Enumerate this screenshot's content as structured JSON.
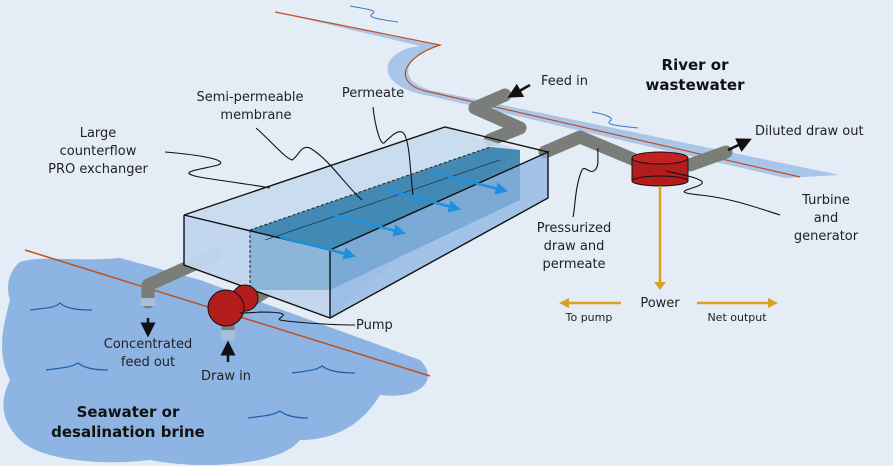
{
  "title": "Pressure-retarded osmosis (PRO) power generation schematic",
  "regions": {
    "river": {
      "label_line1": "River or",
      "label_line2": "wastewater"
    },
    "sea": {
      "label_line1": "Seawater or",
      "label_line2": "desalination brine"
    }
  },
  "labels": {
    "feed_in": "Feed in",
    "diluted_draw_out": "Diluted draw out",
    "turbine": [
      "Turbine",
      "and",
      "generator"
    ],
    "pressurized": [
      "Pressurized",
      "draw and",
      "permeate"
    ],
    "power": "Power",
    "to_pump": "To pump",
    "net_output": "Net output",
    "pump": "Pump",
    "concentrated": [
      "Concentrated",
      "feed out"
    ],
    "draw_in": "Draw in",
    "exchanger": [
      "Large",
      "counterflow",
      "PRO exchanger"
    ],
    "membrane": [
      "Semi-permeable",
      "membrane"
    ],
    "permeate": "Permeate"
  },
  "colors": {
    "background": "#e4ecf6",
    "water": "#8db4e2",
    "river": "#a9c6ea",
    "shoreline": "#c0501e",
    "pipe": "#7a7d78",
    "equipment_red": "#b31c1c",
    "power_arrow": "#d9a021",
    "membrane_dark": "#2a7aa8",
    "flow_arrow": "#1e90e0"
  }
}
